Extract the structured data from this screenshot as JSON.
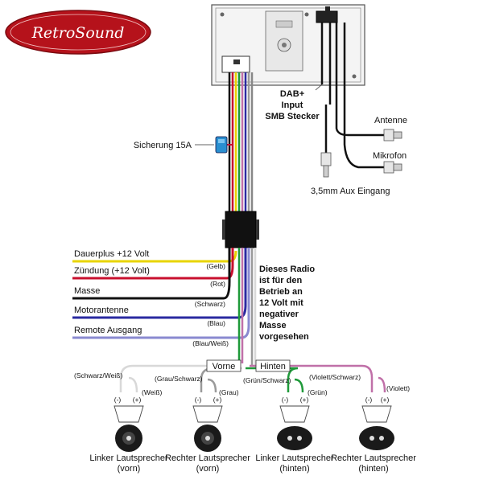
{
  "brand": {
    "logo_text": "RetroSound",
    "logo_color": "#b5121b"
  },
  "labels": {
    "dab": [
      "DAB+",
      "Input",
      "SMB Stecker"
    ],
    "antenne": "Antenne",
    "mikrofon": "Mikrofon",
    "aux": "3,5mm Aux Eingang",
    "fuse": "Sicherung 15A",
    "info": [
      "Dieses Radio",
      "ist für den",
      "Betrieb an",
      "12 Volt mit",
      "negativer",
      "Masse",
      "vorgesehen"
    ],
    "vorne": "Vorne",
    "hinten": "Hinten"
  },
  "wires": [
    {
      "label": "Dauerplus +12 Volt",
      "color_label": "(Gelb)",
      "color": "#e8d400"
    },
    {
      "label": "Zündung (+12 Volt)",
      "color_label": "(Rot)",
      "color": "#c8102e"
    },
    {
      "label": "Masse",
      "color_label": "(Schwarz)",
      "color": "#111111"
    },
    {
      "label": "Motorantenne",
      "color_label": "(Blau)",
      "color": "#2a2aa0"
    },
    {
      "label": "Remote Ausgang",
      "color_label": "(Blau/Weiß)",
      "color": "#8a8ad0"
    }
  ],
  "speaker_wires": {
    "schwarz_weiss": "(Schwarz/Weiß)",
    "weiss": "(Weiß)",
    "grau_schwarz": "(Grau/Schwarz)",
    "grau": "(Grau)",
    "gruen_schwarz": "(Grün/Schwarz)",
    "gruen": "(Grün)",
    "violett_schwarz": "(Violett/Schwarz)",
    "violett": "(Violett)"
  },
  "polarity": {
    "minus": "(-)",
    "plus": "(+)"
  },
  "speakers": [
    {
      "line1": "Linker Lautsprecher",
      "line2": "(vorn)"
    },
    {
      "line1": "Rechter Lautsprecher",
      "line2": "(vorn)"
    },
    {
      "line1": "Linker Lautsprecher",
      "line2": "(hinten)"
    },
    {
      "line1": "Rechter Lautsprecher",
      "line2": "(hinten)"
    }
  ],
  "colors": {
    "fuse": "#2a8fd0",
    "gray_wire": "#9a9a9a",
    "green_wire": "#1f9a3a",
    "violet_wire": "#c070a8",
    "white_wire": "#d8d8d8"
  }
}
